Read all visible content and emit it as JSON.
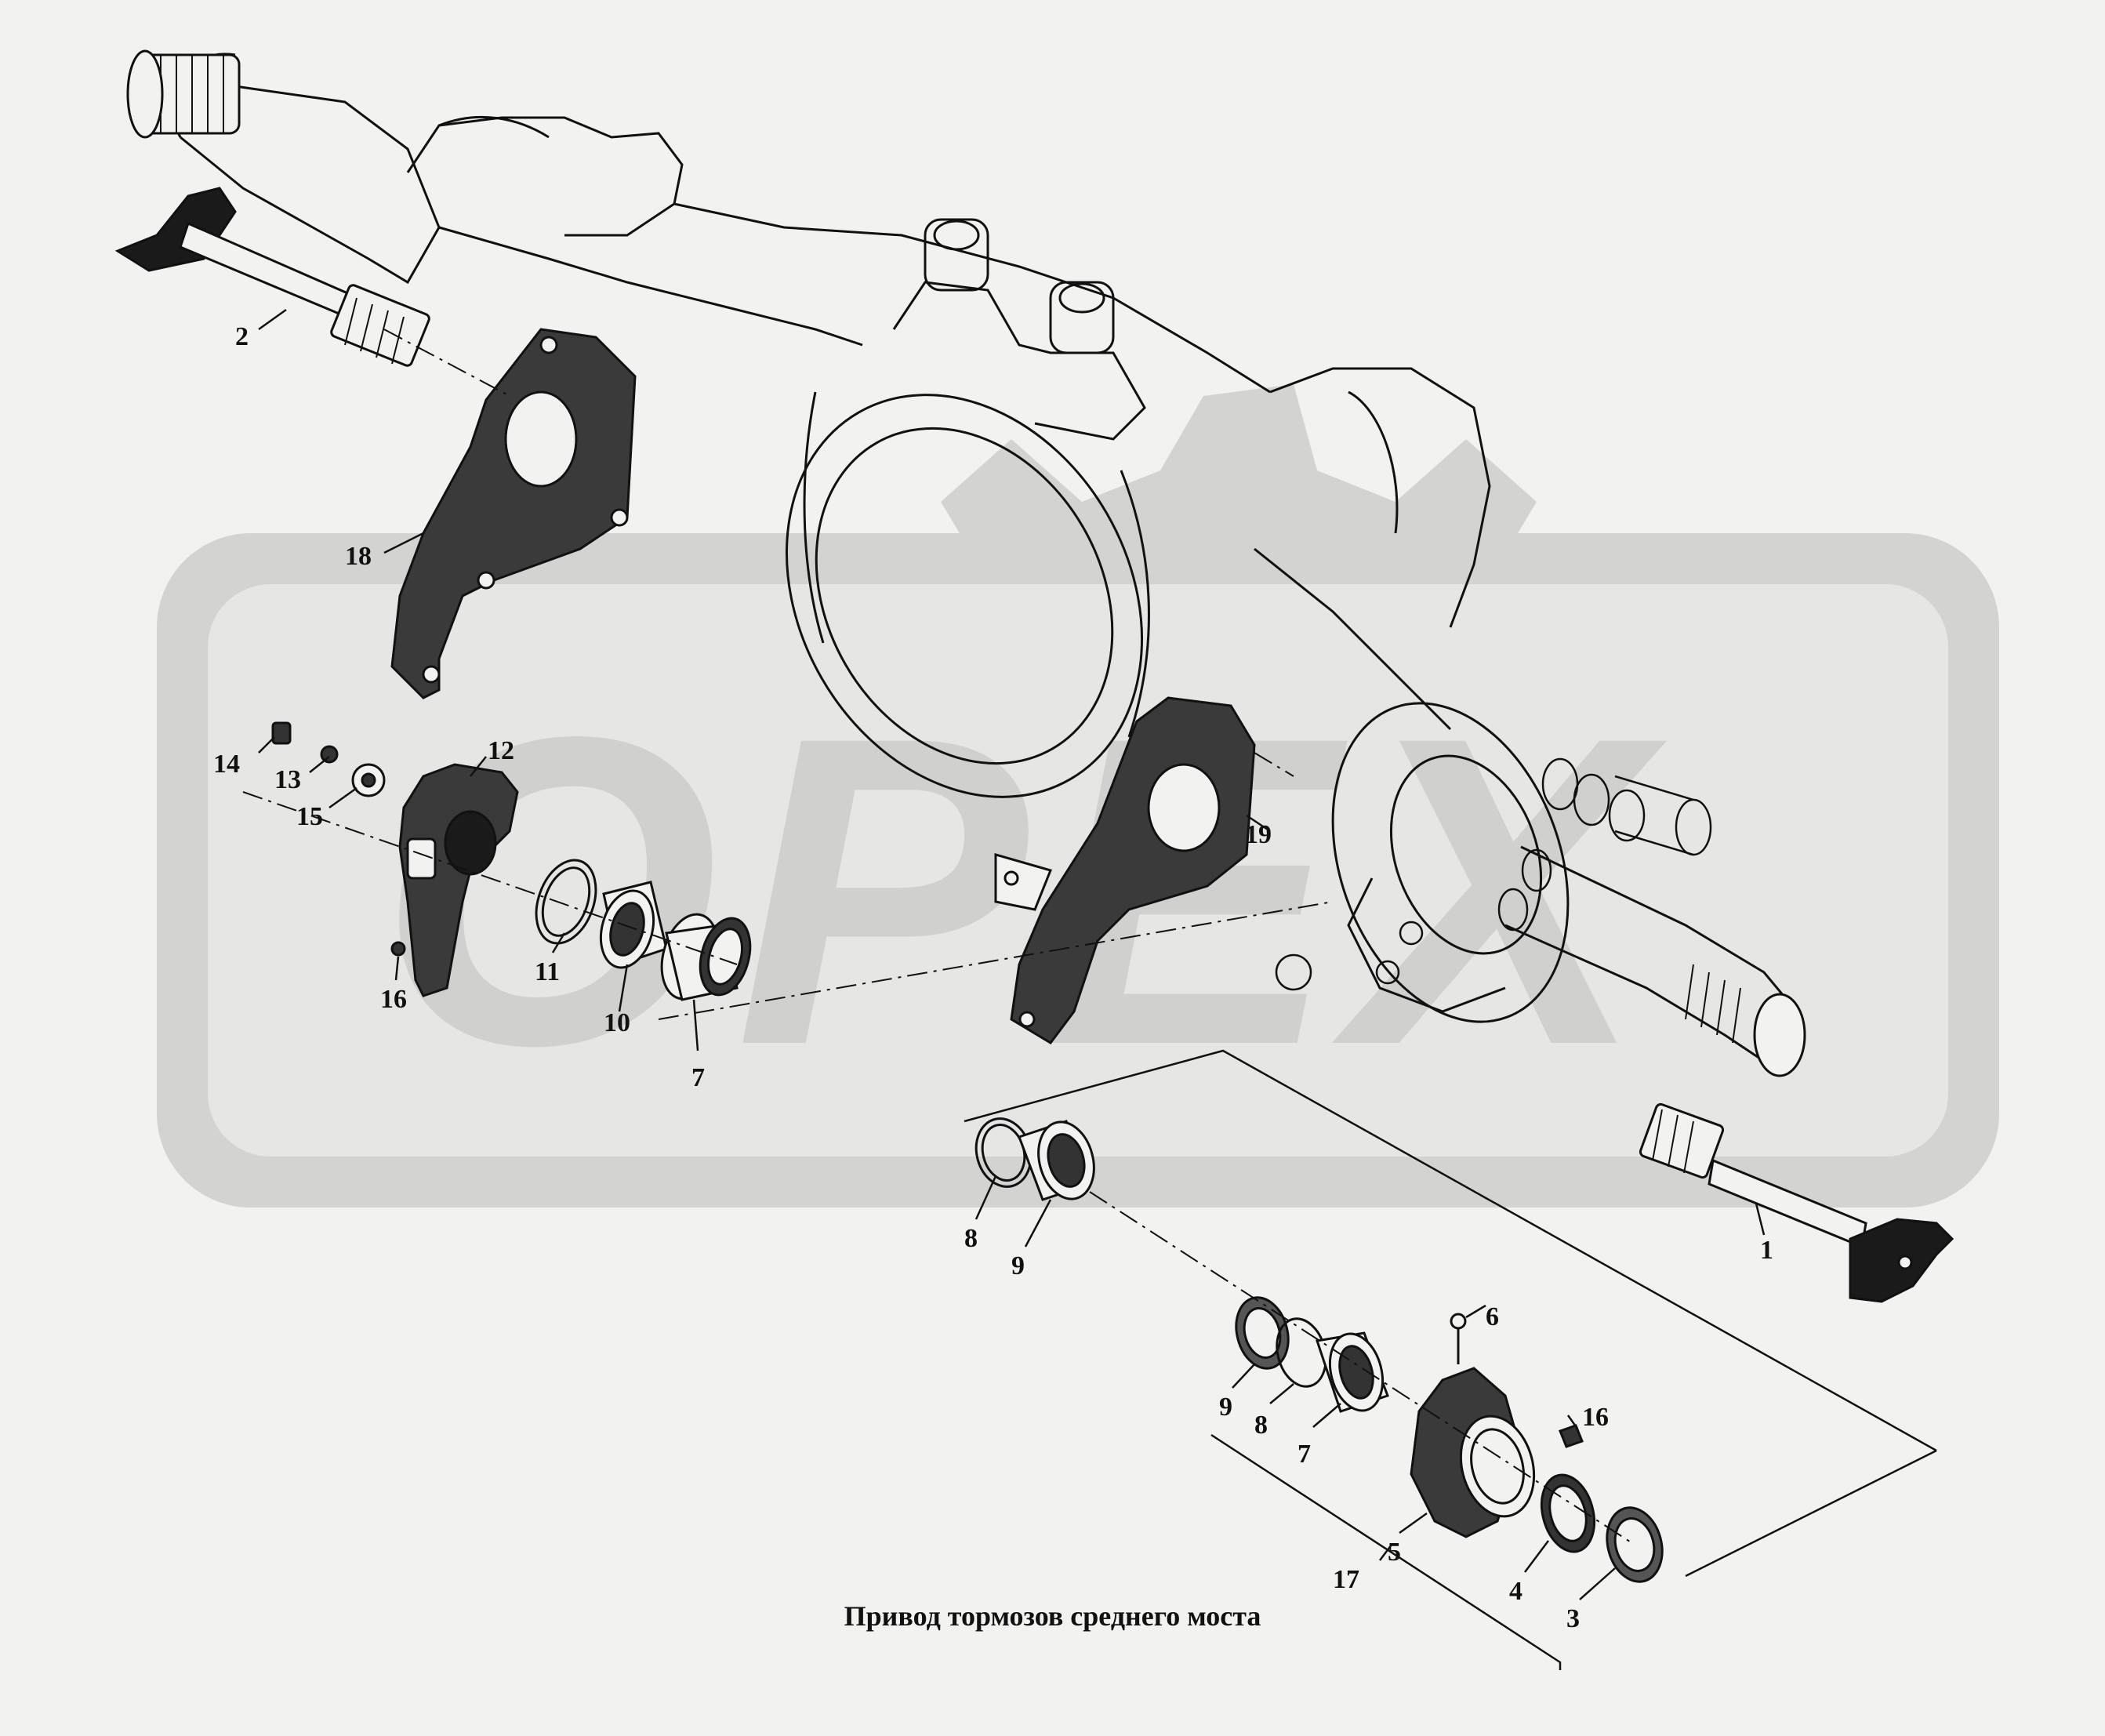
{
  "title": "Привод тормозов среднего моста",
  "watermark": "OPEX",
  "colors": {
    "background": "#f2f2f0",
    "watermark": "#d3d3d1",
    "line": "#111111",
    "shade": "#3a3a3a"
  },
  "callouts": {
    "c1": "1",
    "c2": "2",
    "c3": "3",
    "c4": "4",
    "c5": "5",
    "c6": "6",
    "c7a": "7",
    "c7b": "7",
    "c8a": "8",
    "c8b": "8",
    "c9a": "9",
    "c9b": "9",
    "c10": "10",
    "c11": "11",
    "c12": "12",
    "c13": "13",
    "c14": "14",
    "c15": "15",
    "c16a": "16",
    "c16b": "16",
    "c17": "17",
    "c18": "18",
    "c19": "19"
  }
}
